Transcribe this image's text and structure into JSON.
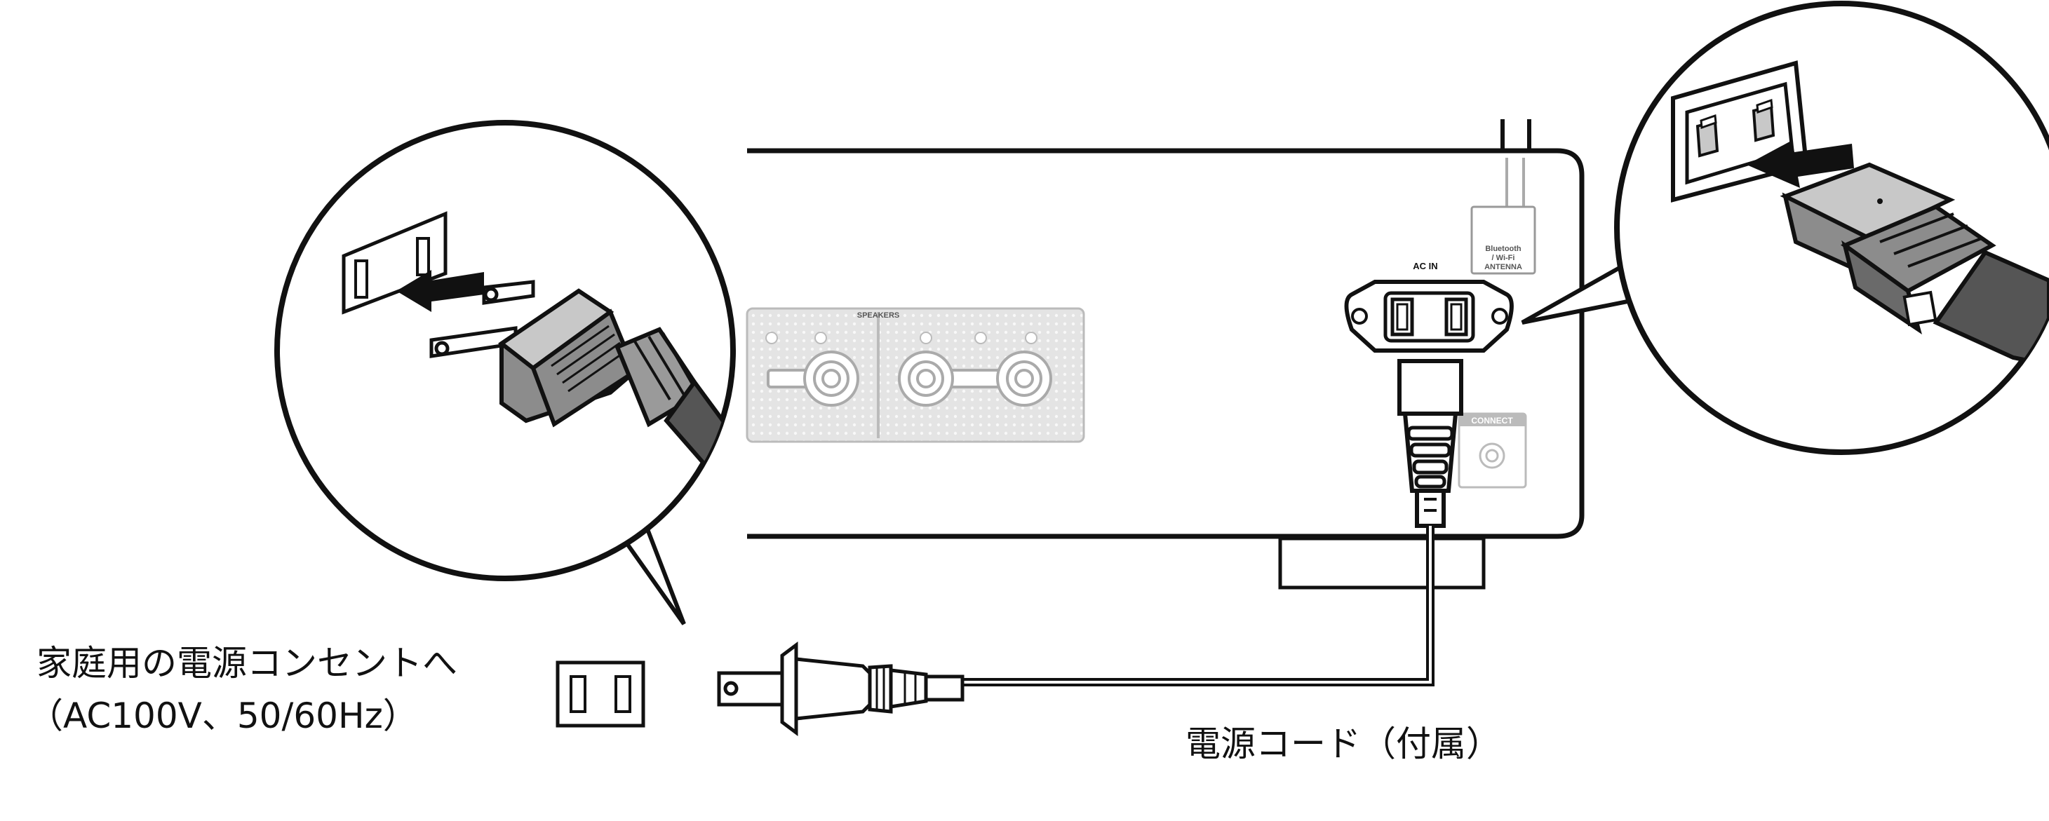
{
  "labels": {
    "outlet_line1": "家庭用の電源コンセントへ",
    "outlet_line2": "（AC100V、50/60Hz）",
    "cord": "電源コード（付属）",
    "ac_in": "AC IN",
    "speakers": "SPEAKERS",
    "antenna_line1": "Bluetooth",
    "antenna_line2": "/ Wi-Fi",
    "antenna_line3": "ANTENNA",
    "connect": "CONNECT"
  }
}
